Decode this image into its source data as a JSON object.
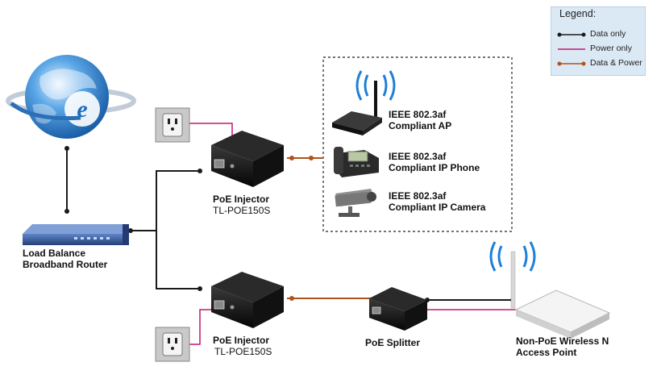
{
  "legend": {
    "title": "Legend:",
    "items": [
      {
        "label": "Data only",
        "color": "#1a1a1a"
      },
      {
        "label": "Power only",
        "color": "#c2176f"
      },
      {
        "label": "Data & Power",
        "color": "#b0521c"
      }
    ]
  },
  "nodes": {
    "router": {
      "line1": "Load Balance",
      "line2": "Broadband Router",
      "icon": "router-icon"
    },
    "internet": {
      "icon": "internet-globe-icon"
    },
    "injector_top": {
      "line1": "PoE Injector",
      "line2": "TL-POE150S",
      "icon": "poe-injector-icon"
    },
    "injector_bottom": {
      "line1": "PoE Injector",
      "line2": "TL-POE150S",
      "icon": "poe-injector-icon"
    },
    "splitter": {
      "label": "PoE Splitter",
      "icon": "poe-splitter-icon"
    },
    "ap_nonpoe": {
      "line1": "Non-PoE Wireless N",
      "line2": "Access Point",
      "icon": "wireless-access-point-icon"
    },
    "poe_devices": [
      {
        "line1": "IEEE 802.3af",
        "line2": "Compliant AP",
        "icon": "wireless-ap-icon"
      },
      {
        "line1": "IEEE 802.3af",
        "line2": "Compliant IP Phone",
        "icon": "ip-phone-icon"
      },
      {
        "line1": "IEEE 802.3af",
        "line2": "Compliant IP Camera",
        "icon": "ip-camera-icon"
      }
    ],
    "outlets": [
      {
        "icon": "power-outlet-icon"
      },
      {
        "icon": "power-outlet-icon"
      }
    ]
  },
  "colors": {
    "data": "#1a1a1a",
    "power": "#c2176f",
    "data_power": "#b0521c",
    "legend_bg": "#dbe9f5"
  }
}
